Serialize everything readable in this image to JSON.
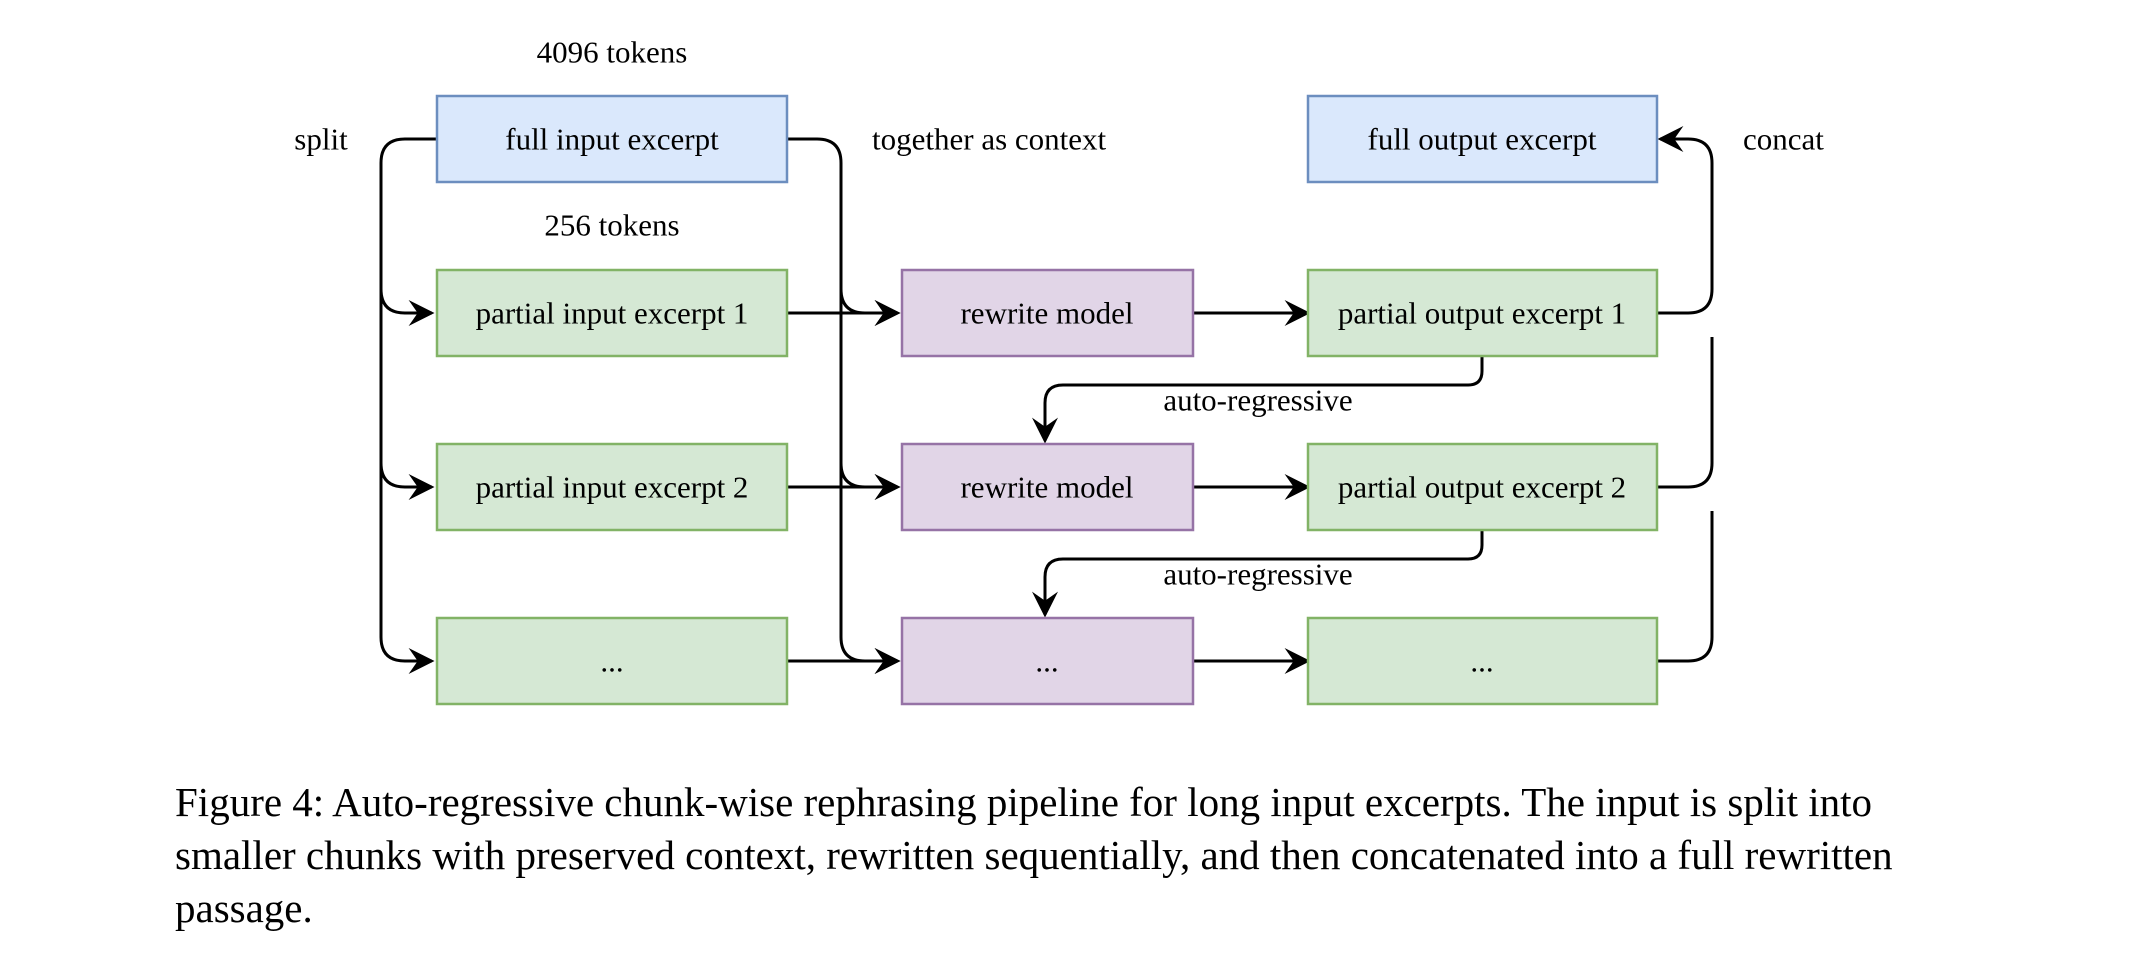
{
  "labels": {
    "top_tokens": "4096 tokens",
    "chunk_tokens": "256 tokens",
    "split": "split",
    "together_as_context": "together as context",
    "concat": "concat",
    "autoregressive_1": "auto-regressive",
    "autoregressive_2": "auto-regressive"
  },
  "nodes": {
    "full_input": "full input excerpt",
    "full_output": "full output excerpt",
    "partial_input_1": "partial input excerpt 1",
    "partial_input_2": "partial input excerpt 2",
    "partial_input_n": "...",
    "rewrite_model_1": "rewrite model",
    "rewrite_model_2": "rewrite model",
    "rewrite_model_n": "...",
    "partial_output_1": "partial output excerpt 1",
    "partial_output_2": "partial output excerpt 2",
    "partial_output_n": "..."
  },
  "colors": {
    "blue_fill": "#dae8fc",
    "blue_stroke": "#6c8ebf",
    "green_fill": "#d5e8d4",
    "green_stroke": "#82b366",
    "purple_fill": "#e1d5e7",
    "purple_stroke": "#9673a6"
  },
  "caption": "Figure 4: Auto-regressive chunk-wise rephrasing pipeline for long input excerpts. The input is split into smaller chunks with preserved context, rewritten sequentially, and then concatenated into a full rewritten passage."
}
